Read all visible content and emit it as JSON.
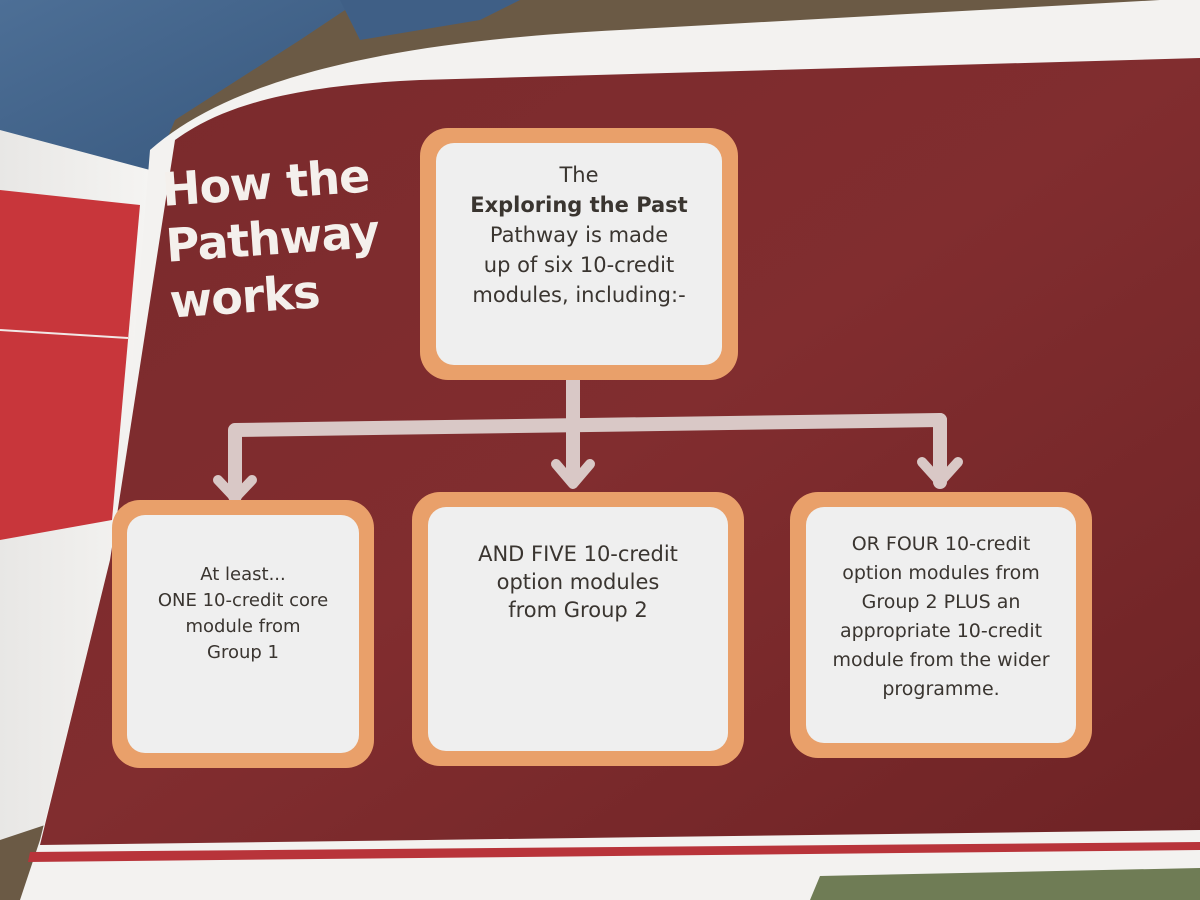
{
  "heading": {
    "lines": [
      "How the",
      "Pathway",
      "works"
    ]
  },
  "top_box": {
    "lines": [
      "The",
      "Exploring the Past",
      "Pathway is made",
      "up of six 10-credit",
      "modules, including:-"
    ]
  },
  "left_box": {
    "lines": [
      "At least...",
      "ONE 10-credit core",
      "module from",
      "Group 1"
    ]
  },
  "middle_box": {
    "lines": [
      "AND FIVE 10-credit",
      "option modules",
      "from Group 2"
    ]
  },
  "right_box": {
    "lines": [
      "OR FOUR 10-credit",
      "option modules from",
      "Group 2 PLUS an",
      "appropriate 10-credit",
      "module from the wider",
      "programme."
    ]
  },
  "colors": {
    "panel": "#7e2a2d",
    "box_fill": "#efefef",
    "box_border": "#e9a06a",
    "connector": "#d9c8c6",
    "heading_text": "#f4f0ec",
    "page_paper": "#f3f2f0",
    "left_page_red": "#c8363b"
  }
}
